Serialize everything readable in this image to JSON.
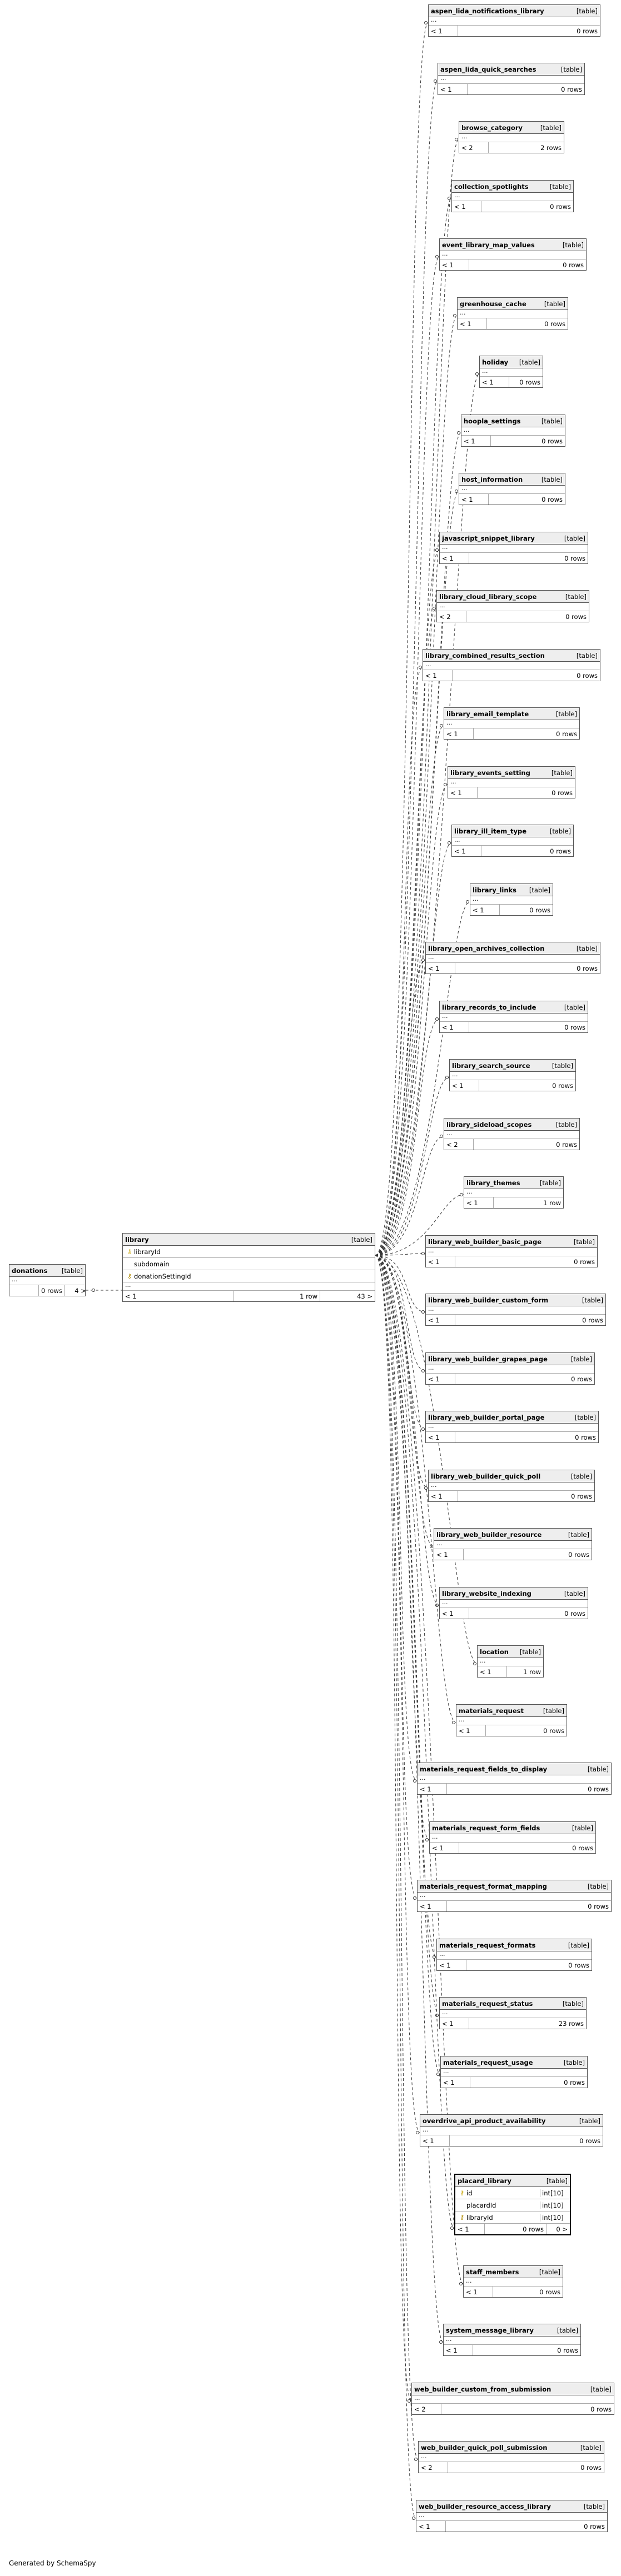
{
  "footer": {
    "generated_by": "Generated by SchemaSpy"
  },
  "tables": {
    "donations": {
      "name": "donations",
      "type": "[table]",
      "ellipsis": "...",
      "parents": "",
      "rows": "0 rows",
      "children": "4 >"
    },
    "library": {
      "name": "library",
      "type": "[table]",
      "columns": [
        {
          "icon": "⚷",
          "name": "libraryId"
        },
        {
          "icon": "",
          "name": "subdomain"
        },
        {
          "icon": "⚷",
          "name": "donationSettingId"
        }
      ],
      "ellipsis": "...",
      "parents": "< 1",
      "rows": "1 row",
      "children": "43 >"
    },
    "placard_library": {
      "name": "placard_library",
      "type": "[table]",
      "columns": [
        {
          "icon": "⚷",
          "name": "id",
          "type": "int[10]"
        },
        {
          "icon": "",
          "name": "placardId",
          "type": "int[10]"
        },
        {
          "icon": "⚷",
          "name": "libraryId",
          "type": "int[10]"
        }
      ],
      "parents": "< 1",
      "rows": "0 rows",
      "children": "0 >"
    },
    "children": [
      {
        "name": "aspen_lida_notifications_library",
        "type": "[table]",
        "ellipsis": "...",
        "parents": "< 1",
        "rows": "0 rows"
      },
      {
        "name": "aspen_lida_quick_searches",
        "type": "[table]",
        "ellipsis": "...",
        "parents": "< 1",
        "rows": "0 rows"
      },
      {
        "name": "browse_category",
        "type": "[table]",
        "ellipsis": "...",
        "parents": "< 2",
        "rows": "2 rows"
      },
      {
        "name": "collection_spotlights",
        "type": "[table]",
        "ellipsis": "...",
        "parents": "< 1",
        "rows": "0 rows"
      },
      {
        "name": "event_library_map_values",
        "type": "[table]",
        "ellipsis": "...",
        "parents": "< 1",
        "rows": "0 rows"
      },
      {
        "name": "greenhouse_cache",
        "type": "[table]",
        "ellipsis": "...",
        "parents": "< 1",
        "rows": "0 rows"
      },
      {
        "name": "holiday",
        "type": "[table]",
        "ellipsis": "...",
        "parents": "< 1",
        "rows": "0 rows"
      },
      {
        "name": "hoopla_settings",
        "type": "[table]",
        "ellipsis": "...",
        "parents": "< 1",
        "rows": "0 rows"
      },
      {
        "name": "host_information",
        "type": "[table]",
        "ellipsis": "...",
        "parents": "< 1",
        "rows": "0 rows"
      },
      {
        "name": "javascript_snippet_library",
        "type": "[table]",
        "ellipsis": "...",
        "parents": "< 1",
        "rows": "0 rows"
      },
      {
        "name": "library_cloud_library_scope",
        "type": "[table]",
        "ellipsis": "...",
        "parents": "< 2",
        "rows": "0 rows"
      },
      {
        "name": "library_combined_results_section",
        "type": "[table]",
        "ellipsis": "...",
        "parents": "< 1",
        "rows": "0 rows"
      },
      {
        "name": "library_email_template",
        "type": "[table]",
        "ellipsis": "...",
        "parents": "< 1",
        "rows": "0 rows"
      },
      {
        "name": "library_events_setting",
        "type": "[table]",
        "ellipsis": "...",
        "parents": "< 1",
        "rows": "0 rows"
      },
      {
        "name": "library_ill_item_type",
        "type": "[table]",
        "ellipsis": "...",
        "parents": "< 1",
        "rows": "0 rows"
      },
      {
        "name": "library_links",
        "type": "[table]",
        "ellipsis": "...",
        "parents": "< 1",
        "rows": "0 rows"
      },
      {
        "name": "library_open_archives_collection",
        "type": "[table]",
        "ellipsis": "...",
        "parents": "< 1",
        "rows": "0 rows"
      },
      {
        "name": "library_records_to_include",
        "type": "[table]",
        "ellipsis": "...",
        "parents": "< 1",
        "rows": "0 rows"
      },
      {
        "name": "library_search_source",
        "type": "[table]",
        "ellipsis": "...",
        "parents": "< 1",
        "rows": "0 rows"
      },
      {
        "name": "library_sideload_scopes",
        "type": "[table]",
        "ellipsis": "...",
        "parents": "< 2",
        "rows": "0 rows"
      },
      {
        "name": "library_themes",
        "type": "[table]",
        "ellipsis": "...",
        "parents": "< 1",
        "rows": "1 row"
      },
      {
        "name": "library_web_builder_basic_page",
        "type": "[table]",
        "ellipsis": "...",
        "parents": "< 1",
        "rows": "0 rows"
      },
      {
        "name": "library_web_builder_custom_form",
        "type": "[table]",
        "ellipsis": "...",
        "parents": "< 1",
        "rows": "0 rows"
      },
      {
        "name": "library_web_builder_grapes_page",
        "type": "[table]",
        "ellipsis": "...",
        "parents": "< 1",
        "rows": "0 rows"
      },
      {
        "name": "library_web_builder_portal_page",
        "type": "[table]",
        "ellipsis": "...",
        "parents": "< 1",
        "rows": "0 rows"
      },
      {
        "name": "library_web_builder_quick_poll",
        "type": "[table]",
        "ellipsis": "...",
        "parents": "< 1",
        "rows": "0 rows"
      },
      {
        "name": "library_web_builder_resource",
        "type": "[table]",
        "ellipsis": "...",
        "parents": "< 1",
        "rows": "0 rows"
      },
      {
        "name": "library_website_indexing",
        "type": "[table]",
        "ellipsis": "...",
        "parents": "< 1",
        "rows": "0 rows"
      },
      {
        "name": "location",
        "type": "[table]",
        "ellipsis": "...",
        "parents": "< 1",
        "rows": "1 row"
      },
      {
        "name": "materials_request",
        "type": "[table]",
        "ellipsis": "...",
        "parents": "< 1",
        "rows": "0 rows"
      },
      {
        "name": "materials_request_fields_to_display",
        "type": "[table]",
        "ellipsis": "...",
        "parents": "< 1",
        "rows": "0 rows"
      },
      {
        "name": "materials_request_form_fields",
        "type": "[table]",
        "ellipsis": "...",
        "parents": "< 1",
        "rows": "0 rows"
      },
      {
        "name": "materials_request_format_mapping",
        "type": "[table]",
        "ellipsis": "...",
        "parents": "< 1",
        "rows": "0 rows"
      },
      {
        "name": "materials_request_formats",
        "type": "[table]",
        "ellipsis": "...",
        "parents": "< 1",
        "rows": "0 rows"
      },
      {
        "name": "materials_request_status",
        "type": "[table]",
        "ellipsis": "...",
        "parents": "< 1",
        "rows": "23 rows"
      },
      {
        "name": "materials_request_usage",
        "type": "[table]",
        "ellipsis": "...",
        "parents": "< 1",
        "rows": "0 rows"
      },
      {
        "name": "overdrive_api_product_availability",
        "type": "[table]",
        "ellipsis": "...",
        "parents": "< 1",
        "rows": "0 rows"
      },
      {
        "name": "staff_members",
        "type": "[table]",
        "ellipsis": "...",
        "parents": "< 1",
        "rows": "0 rows"
      },
      {
        "name": "system_message_library",
        "type": "[table]",
        "ellipsis": "...",
        "parents": "< 1",
        "rows": "0 rows"
      },
      {
        "name": "web_builder_custom_from_submission",
        "type": "[table]",
        "ellipsis": "...",
        "parents": "< 2",
        "rows": "0 rows"
      },
      {
        "name": "web_builder_quick_poll_submission",
        "type": "[table]",
        "ellipsis": "...",
        "parents": "< 2",
        "rows": "0 rows"
      },
      {
        "name": "web_builder_resource_access_library",
        "type": "[table]",
        "ellipsis": "...",
        "parents": "< 1",
        "rows": "0 rows"
      }
    ]
  }
}
